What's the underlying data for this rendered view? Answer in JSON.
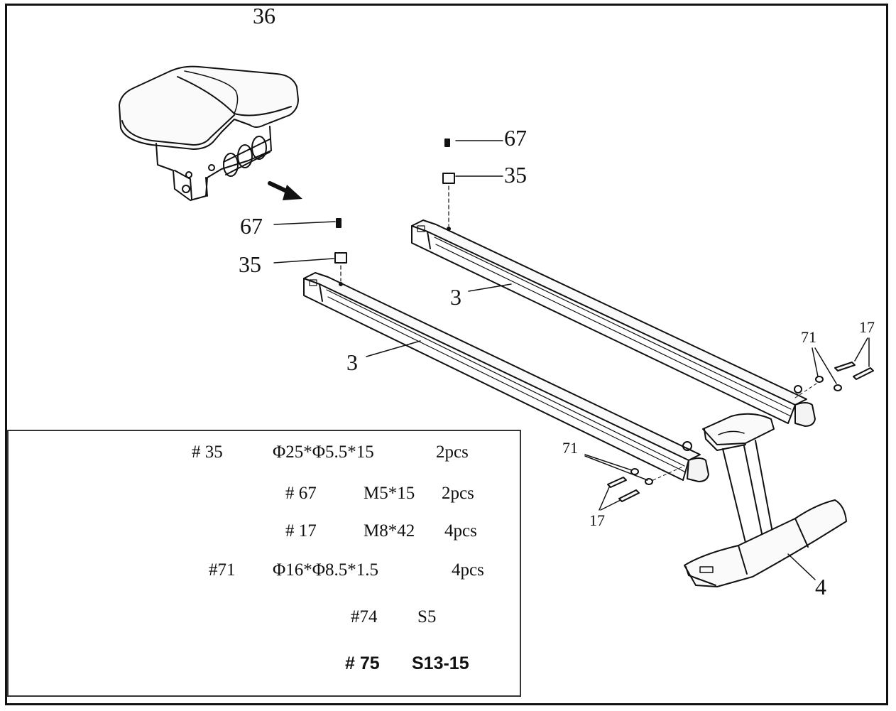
{
  "callouts": {
    "seat": "36",
    "bolt_right": "67",
    "spacer_right": "35",
    "bolt_left": "67",
    "spacer_left": "35",
    "rail_upper": "3",
    "rail_lower": "3",
    "washer_right": "71",
    "screw_right": "17",
    "washer_left": "71",
    "screw_left": "17",
    "stand": "4"
  },
  "parts_list": [
    {
      "icon": "spacer-icon",
      "number": "# 35",
      "spec": "Φ25*Φ5.5*15",
      "qty": "2pcs"
    },
    {
      "icon": "short-bolt-icon",
      "number": "# 67",
      "spec": "M5*15",
      "qty": "2pcs"
    },
    {
      "icon": "long-bolt-icon",
      "number": "# 17",
      "spec": "M8*42",
      "qty": "4pcs"
    },
    {
      "icon": "washer-icon",
      "number": "#71",
      "spec": "Φ16*Φ8.5*1.5",
      "qty": "4pcs"
    },
    {
      "icon": "allen-key-icon",
      "number": "#74",
      "spec": "S5",
      "qty": ""
    },
    {
      "icon": "wrench-icon",
      "number": "# 75",
      "spec": "S13-15",
      "qty": ""
    }
  ]
}
